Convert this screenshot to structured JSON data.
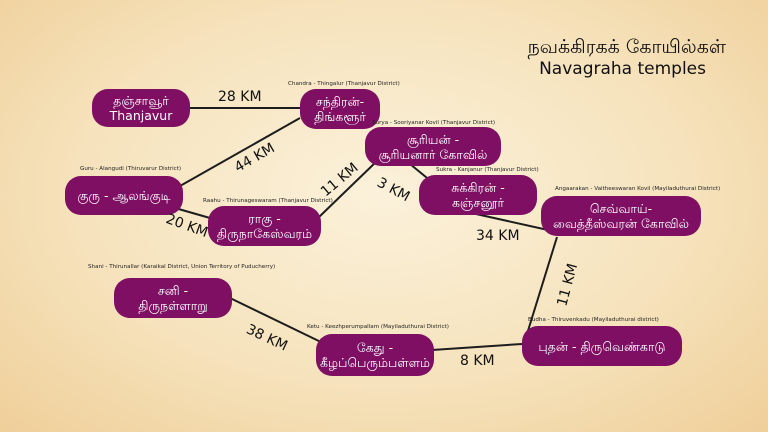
{
  "title": {
    "tamil": "நவக்கிரகக் கோயில்கள்",
    "english": "Navagraha temples"
  },
  "nodes": {
    "thanjavur": {
      "tamil": "தஞ்சாவூர்",
      "english": "Thanjavur"
    },
    "chandra": {
      "caption": "Chandra - Thingalur (Thanjavur District)",
      "line1": "சந்திரன்-",
      "line2": "திங்களூர்"
    },
    "surya": {
      "caption": "Surya - Sooriyanar Kovil (Thanjavur District)",
      "line1": "சூரியன் -",
      "line2": "சூரியனார் கோவில்"
    },
    "guru": {
      "caption": "Guru - Alangudi (Thiruvarur District)",
      "line1": "குரு - ஆலங்குடி"
    },
    "raahu": {
      "caption": "Raahu - Thirunageswaram (Thanjavur District)",
      "line1": "ராகு -",
      "line2": "திருநாகேஸ்வரம்"
    },
    "sukra": {
      "caption": "Sukra - Kanjanur (Thanjavur District)",
      "line1": "சுக்கிரன் -",
      "line2": "கஞ்சனூர்"
    },
    "angaarakan": {
      "caption": "Angaarakan - Vaitheeswaran Kovil (Mayiladuthurai District)",
      "line1": "செவ்வாய்-",
      "line2": "வைத்தீஸ்வரன் கோவில்"
    },
    "shani": {
      "caption": "Shani - Thirunallar (Karaikal District, Union Territory of Puducherry)",
      "line1": "சனி -",
      "line2": "திருநள்ளாறு"
    },
    "ketu": {
      "caption": "Ketu - Keezhperumpallam (Mayiladuthurai District)",
      "line1": "கேது -",
      "line2": "கீழப்பெரும்பள்ளம்"
    },
    "budha": {
      "caption": "Budha - Thiruvenkadu (Mayiladuthurai district)",
      "line1": "புதன் - திருவெண்காடு"
    }
  },
  "distances": {
    "thanjavur_chandra": "28 KM",
    "chandra_guru": "44 KM",
    "guru_raahu": "20 KM",
    "raahu_surya": "11 KM",
    "surya_sukra": "3 KM",
    "sukra_angaarakan": "34 KM",
    "angaarakan_budha": "11 KM",
    "budha_ketu": "8 KM",
    "ketu_shani": "38 KM"
  },
  "colors": {
    "node_fill": "#7e0f63",
    "node_text": "#ffffff",
    "edge": "#1d1d1d"
  }
}
